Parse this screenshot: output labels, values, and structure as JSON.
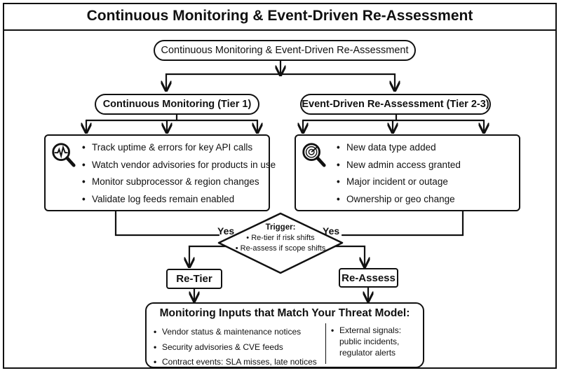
{
  "title": "Continuous Monitoring & Event-Driven Re-Assessment",
  "root_node": "Continuous Monitoring & Event-Driven Re-Assessment",
  "tier1": {
    "label": "Continuous Monitoring (Tier 1)",
    "icon": "magnifier-heartbeat-icon",
    "items": [
      "Track uptime & errors for key API calls",
      "Watch vendor advisories for products in use",
      "Monitor subprocessor & region changes",
      "Validate log feeds remain enabled"
    ]
  },
  "tier23": {
    "label": "Event-Driven Re-Assessment (Tier 2-3)",
    "icon": "magnifier-radar-icon",
    "items": [
      "New data type added",
      "New admin access granted",
      "Major incident or outage",
      "Ownership or geo change"
    ]
  },
  "yes_left": "Yes",
  "yes_right": "Yes",
  "decision": {
    "title": "Trigger:",
    "items": [
      "Re-tier if risk shifts",
      "Re-assess if scope shifts"
    ]
  },
  "retier": "Re-Tier",
  "reassess": "Re-Assess",
  "inputs": {
    "title": "Monitoring Inputs that Match Your Threat Model:",
    "left_items": [
      "Vendor status & maintenance notices",
      "Security advisories & CVE feeds",
      "Contract events: SLA misses, late notices"
    ],
    "right_items": [
      "External signals: public incidents, regulator alerts"
    ]
  }
}
